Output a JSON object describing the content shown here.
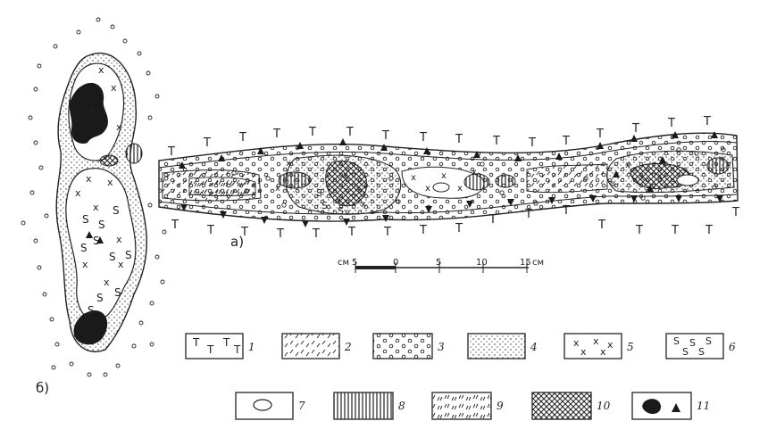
{
  "figure": {
    "panel_a_label": "а)",
    "panel_b_label": "б)",
    "host_symbol": "T",
    "sulfide_symbol": "S",
    "xenolith_symbol": "x"
  },
  "scale_bar": {
    "unit_left": "см",
    "unit_right": "см",
    "ticks": [
      "5",
      "0",
      "5",
      "10",
      "15"
    ]
  },
  "legend": [
    {
      "num": "1",
      "pattern": "T-symbols"
    },
    {
      "num": "2",
      "pattern": "dashes"
    },
    {
      "num": "3",
      "pattern": "circles"
    },
    {
      "num": "4",
      "pattern": "dots"
    },
    {
      "num": "5",
      "pattern": "crosses"
    },
    {
      "num": "6",
      "pattern": "S-symbols"
    },
    {
      "num": "7",
      "pattern": "ellipse"
    },
    {
      "num": "8",
      "pattern": "vertical-hatch"
    },
    {
      "num": "9",
      "pattern": "double-dashes"
    },
    {
      "num": "10",
      "pattern": "cross-hatch"
    },
    {
      "num": "11",
      "pattern": "black-blob-triangle"
    }
  ],
  "colors": {
    "ink": "#222222",
    "paper": "#ffffff"
  }
}
